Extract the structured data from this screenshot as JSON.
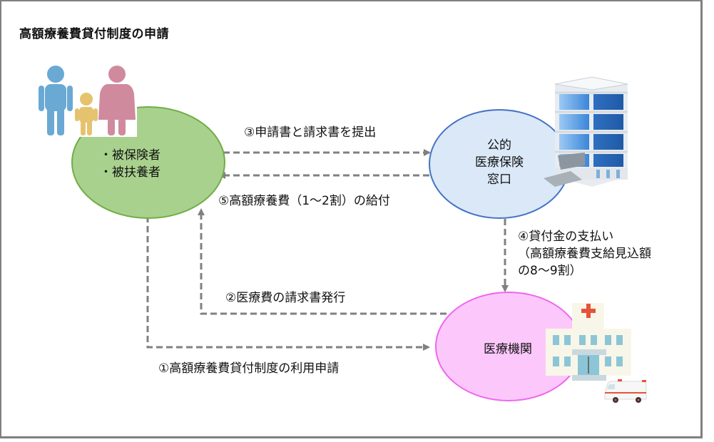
{
  "title": "高額療養費貸付制度の申請",
  "colors": {
    "frame": "#808080",
    "arrow": "#808080",
    "insured_fill": "#a9d18e",
    "insured_stroke": "#70ad47",
    "insurer_fill": "#dae8f8",
    "insurer_stroke": "#4472c4",
    "medical_fill": "#fcc8fc",
    "medical_stroke": "#ee66ee"
  },
  "nodes": {
    "insured": {
      "lines": [
        "・被保険者",
        "・被扶養者"
      ],
      "icon": "family-icon"
    },
    "insurer": {
      "lines": [
        "公的",
        "医療保険",
        "窓口"
      ],
      "icon": "office-building-icon"
    },
    "medical": {
      "lines": [
        "医療機関"
      ],
      "icon": "hospital-icon",
      "extra_icon": "ambulance-icon"
    }
  },
  "steps": [
    {
      "id": 1,
      "label": "①高額療養費貸付制度の利用申請",
      "from": "insured",
      "to": "medical"
    },
    {
      "id": 2,
      "label": "②医療費の請求書発行",
      "from": "medical",
      "to": "insured"
    },
    {
      "id": 3,
      "label": "③申請書と請求書を提出",
      "from": "insured",
      "to": "insurer"
    },
    {
      "id": 4,
      "lines": [
        "④貸付金の支払い",
        "（高額療養費支給見込額",
        "の8〜9割）"
      ],
      "from": "insurer",
      "to": "medical"
    },
    {
      "id": 5,
      "label": "⑤高額療養費（1〜2割）の給付",
      "from": "insurer",
      "to": "insured"
    }
  ]
}
